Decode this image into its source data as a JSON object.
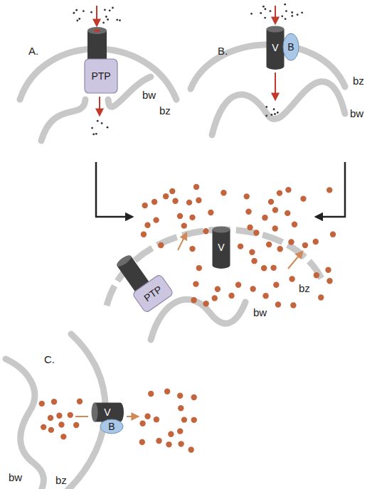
{
  "diagram": {
    "nodes": [
      {
        "text": [
          "PTP"
        ]
      },
      {
        "text": [
          "V"
        ]
      },
      {
        "text": [
          "B"
        ]
      },
      {
        "text": [
          "V"
        ]
      },
      {
        "text": [
          "PTP"
        ]
      },
      {
        "text": [
          "V"
        ]
      },
      {
        "text": [
          "B"
        ]
      }
    ],
    "labels": [
      "A.",
      "bz",
      "bw",
      "B.",
      "bz",
      "bw",
      "bz",
      "bw",
      "C.",
      "bw",
      "bz"
    ]
  }
}
